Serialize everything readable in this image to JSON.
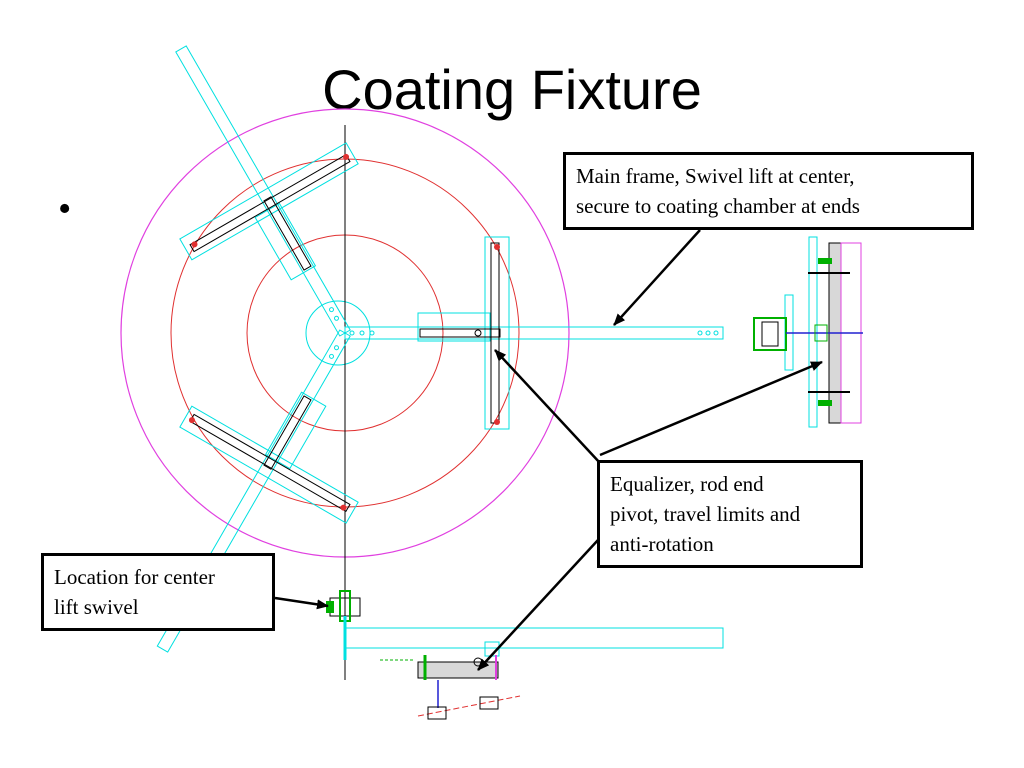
{
  "slide": {
    "title": "Coating Fixture",
    "bullet": "•"
  },
  "callouts": {
    "main_frame": {
      "line1": "Main frame, Swivel lift at center,",
      "line2": "secure to coating chamber at ends"
    },
    "equalizer": {
      "line1": "Equalizer, rod end",
      "line2": "pivot, travel limits and",
      "line3": "anti-rotation"
    },
    "center_lift": {
      "line1": "Location for center",
      "line2": "lift swivel"
    }
  },
  "colors": {
    "frame": "#00e0e0",
    "outer_circle": "#e040e0",
    "mid_circles": "#e03030",
    "hardware": "#00b000",
    "axis": "#000000",
    "accent": "#2020d0"
  },
  "icons": {
    "arrow": "arrow-icon"
  }
}
